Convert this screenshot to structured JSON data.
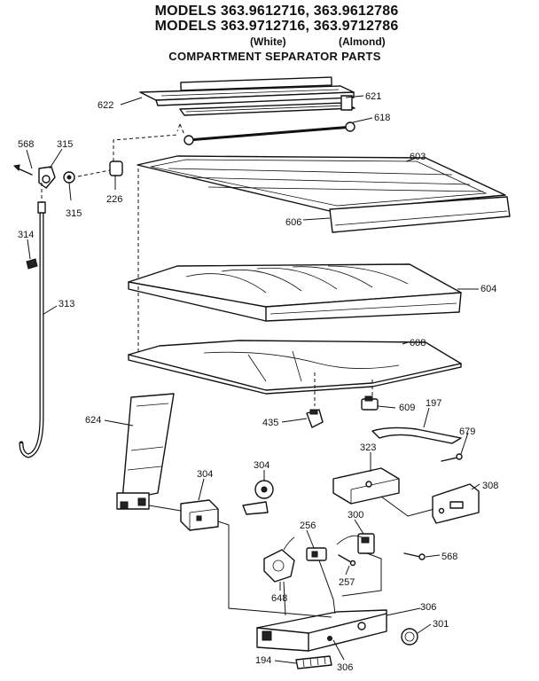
{
  "header": {
    "line1": "MODELS 363.9612716, 363.9612786",
    "line2": "MODELS 363.9712716, 363.9712786",
    "variant_white": "(White)",
    "variant_almond": "(Almond)",
    "subtitle": "COMPARTMENT SEPARATOR PARTS"
  },
  "labels": {
    "p622": "622",
    "p621": "621",
    "p618": "618",
    "p568a": "568",
    "p315a": "315",
    "p315b": "315",
    "p226": "226",
    "p603": "603",
    "p606": "606",
    "p314": "314",
    "p313": "313",
    "p604": "604",
    "p608": "608",
    "p435": "435",
    "p609": "609",
    "p197": "197",
    "p624": "624",
    "p679": "679",
    "p323": "323",
    "p304a": "304",
    "p304b": "304",
    "p308": "308",
    "p256": "256",
    "p300": "300",
    "p568b": "568",
    "p257": "257",
    "p648": "648",
    "p306a": "306",
    "p301": "301",
    "p194": "194",
    "p306b": "306"
  }
}
